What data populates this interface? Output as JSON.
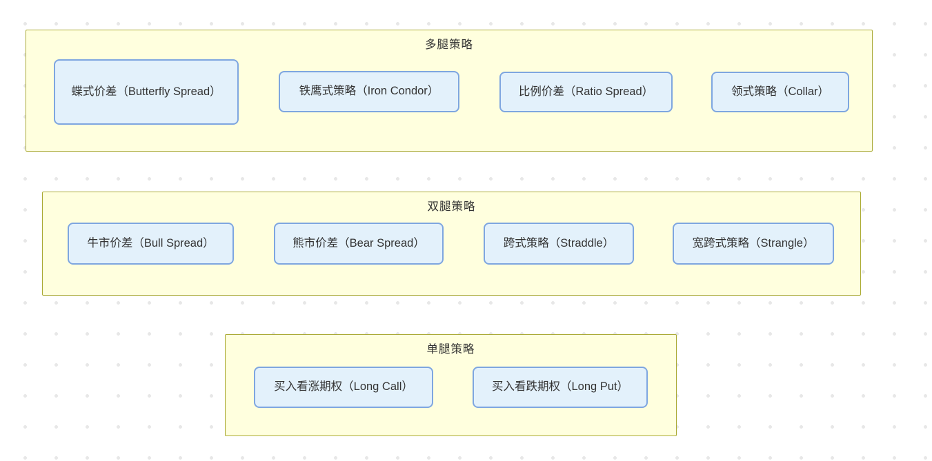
{
  "diagram": {
    "type": "grouped-flowchart",
    "colors": {
      "page_background": "#ffffff",
      "grid_dot": "#e7e7e7",
      "group_fill": "#ffffde",
      "group_border": "#aaaa33",
      "node_fill": "#e3f1fb",
      "node_border": "#7ea6e0",
      "text": "#333333"
    },
    "groups": [
      {
        "title": "多腿策略",
        "nodes": [
          {
            "label": "蝶式价差（Butterfly Spread）"
          },
          {
            "label": "铁鹰式策略（Iron Condor）"
          },
          {
            "label": "比例价差（Ratio Spread）"
          },
          {
            "label": "领式策略（Collar）"
          }
        ]
      },
      {
        "title": "双腿策略",
        "nodes": [
          {
            "label": "牛市价差（Bull Spread）"
          },
          {
            "label": "熊市价差（Bear Spread）"
          },
          {
            "label": "跨式策略（Straddle）"
          },
          {
            "label": "宽跨式策略（Strangle）"
          }
        ]
      },
      {
        "title": "单腿策略",
        "nodes": [
          {
            "label": "买入看涨期权（Long Call）"
          },
          {
            "label": "买入看跌期权（Long Put）"
          }
        ]
      }
    ]
  }
}
